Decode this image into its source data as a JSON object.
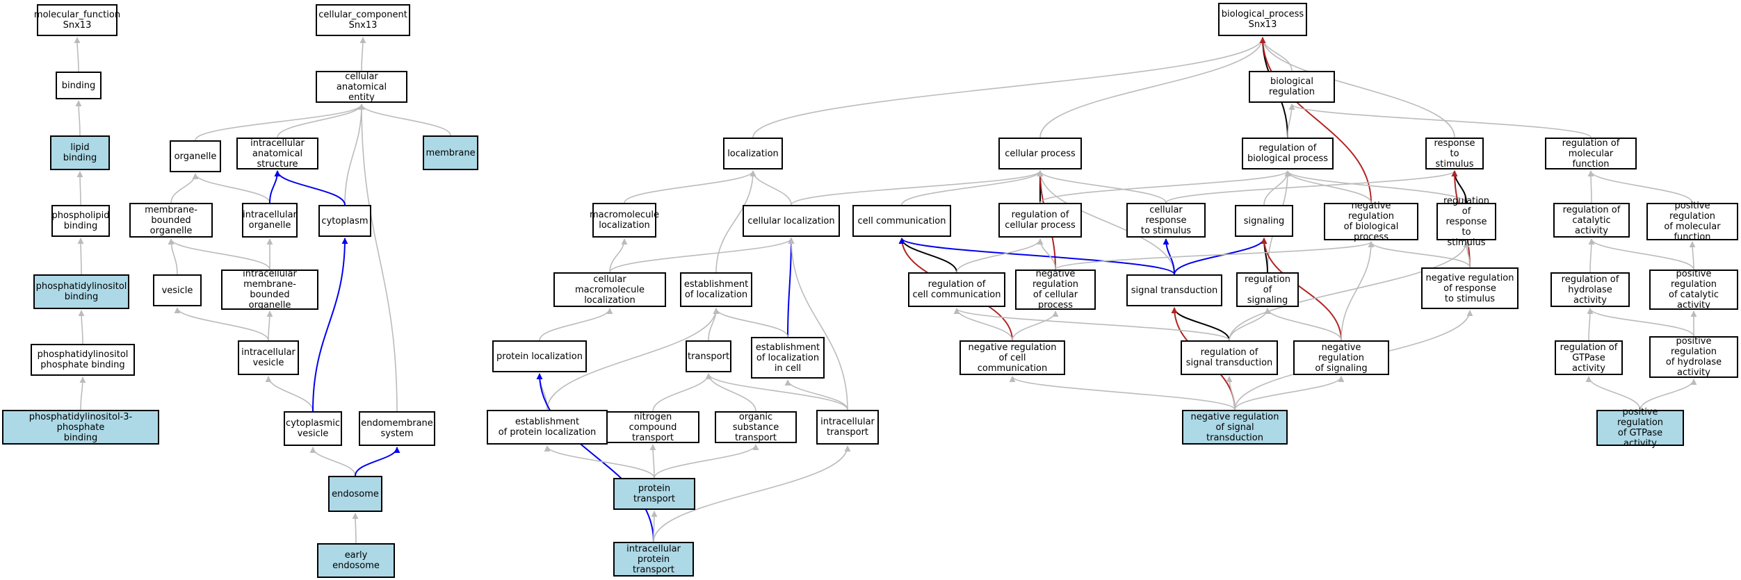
{
  "colors": {
    "node_fill": "#ffffff",
    "highlight_fill": "#add8e6",
    "edge_default": "#bbbbbb",
    "edge_black": "#000000",
    "edge_blue": "#0000ee",
    "edge_red": "#b22222"
  },
  "nodes": [
    {
      "id": "mf",
      "label": "molecular_function\nSnx13",
      "hl": false
    },
    {
      "id": "binding",
      "label": "binding",
      "hl": false
    },
    {
      "id": "lipidbind",
      "label": "lipid binding",
      "hl": true
    },
    {
      "id": "phosbind",
      "label": "phospholipid\nbinding",
      "hl": false
    },
    {
      "id": "pibind",
      "label": "phosphatidylinositol\nbinding",
      "hl": true
    },
    {
      "id": "pipbind",
      "label": "phosphatidylinositol\nphosphate binding",
      "hl": false
    },
    {
      "id": "pi3pbind",
      "label": "phosphatidylinositol-3-phosphate\nbinding",
      "hl": true
    },
    {
      "id": "cc",
      "label": "cellular_component\nSnx13",
      "hl": false
    },
    {
      "id": "cae",
      "label": "cellular anatomical\nentity",
      "hl": false
    },
    {
      "id": "organelle",
      "label": "organelle",
      "hl": false
    },
    {
      "id": "ias",
      "label": "intracellular\nanatomical structure",
      "hl": false
    },
    {
      "id": "membrane",
      "label": "membrane",
      "hl": true
    },
    {
      "id": "mbo",
      "label": "membrane-bounded\norganelle",
      "hl": false
    },
    {
      "id": "io",
      "label": "intracellular\norganelle",
      "hl": false
    },
    {
      "id": "cytoplasm",
      "label": "cytoplasm",
      "hl": false
    },
    {
      "id": "vesicle",
      "label": "vesicle",
      "hl": false
    },
    {
      "id": "imbo",
      "label": "intracellular\nmembrane-bounded\norganelle",
      "hl": false
    },
    {
      "id": "iv",
      "label": "intracellular\nvesicle",
      "hl": false
    },
    {
      "id": "cv",
      "label": "cytoplasmic\nvesicle",
      "hl": false
    },
    {
      "id": "es",
      "label": "endomembrane\nsystem",
      "hl": false
    },
    {
      "id": "endosome",
      "label": "endosome",
      "hl": true
    },
    {
      "id": "ee",
      "label": "early endosome",
      "hl": true
    },
    {
      "id": "bp",
      "label": "biological_process\nSnx13",
      "hl": false
    },
    {
      "id": "breg",
      "label": "biological regulation",
      "hl": false
    },
    {
      "id": "loc",
      "label": "localization",
      "hl": false
    },
    {
      "id": "cp",
      "label": "cellular process",
      "hl": false
    },
    {
      "id": "rbp",
      "label": "regulation of\nbiological process",
      "hl": false
    },
    {
      "id": "rts",
      "label": "response to\nstimulus",
      "hl": false
    },
    {
      "id": "rmf",
      "label": "regulation of\nmolecular function",
      "hl": false
    },
    {
      "id": "ml",
      "label": "macromolecule\nlocalization",
      "hl": false
    },
    {
      "id": "cl",
      "label": "cellular localization",
      "hl": false
    },
    {
      "id": "cc2",
      "label": "cell communication",
      "hl": false
    },
    {
      "id": "rcp",
      "label": "regulation of\ncellular process",
      "hl": false
    },
    {
      "id": "crs",
      "label": "cellular response\nto stimulus",
      "hl": false
    },
    {
      "id": "sig",
      "label": "signaling",
      "hl": false
    },
    {
      "id": "nrbp",
      "label": "negative regulation\nof biological\nprocess",
      "hl": false
    },
    {
      "id": "rrs",
      "label": "regulation of\nresponse to\nstimulus",
      "hl": false
    },
    {
      "id": "rca",
      "label": "regulation of\ncatalytic activity",
      "hl": false
    },
    {
      "id": "prmf",
      "label": "positive regulation\nof molecular\nfunction",
      "hl": false
    },
    {
      "id": "cml",
      "label": "cellular macromolecule\nlocalization",
      "hl": false
    },
    {
      "id": "eol",
      "label": "establishment\nof localization",
      "hl": false
    },
    {
      "id": "rcc",
      "label": "regulation of\ncell communication",
      "hl": false
    },
    {
      "id": "nrcp",
      "label": "negative regulation\nof cellular\nprocess",
      "hl": false
    },
    {
      "id": "st",
      "label": "signal transduction",
      "hl": false
    },
    {
      "id": "rsig",
      "label": "regulation of\nsignaling",
      "hl": false
    },
    {
      "id": "nrrs",
      "label": "negative regulation\nof response\nto stimulus",
      "hl": false
    },
    {
      "id": "rha",
      "label": "regulation of\nhydrolase activity",
      "hl": false
    },
    {
      "id": "prca",
      "label": "positive regulation\nof catalytic\nactivity",
      "hl": false
    },
    {
      "id": "pl",
      "label": "protein localization",
      "hl": false
    },
    {
      "id": "transport",
      "label": "transport",
      "hl": false
    },
    {
      "id": "elc",
      "label": "establishment\nof localization\nin cell",
      "hl": false
    },
    {
      "id": "nrcc",
      "label": "negative regulation\nof cell communication",
      "hl": false
    },
    {
      "id": "rst",
      "label": "regulation of\nsignal transduction",
      "hl": false
    },
    {
      "id": "nrsig",
      "label": "negative regulation\nof signaling",
      "hl": false
    },
    {
      "id": "rgtp",
      "label": "regulation of\nGTPase activity",
      "hl": false
    },
    {
      "id": "prha",
      "label": "positive regulation\nof hydrolase\nactivity",
      "hl": false
    },
    {
      "id": "epl",
      "label": "establishment\nof protein localization",
      "hl": false
    },
    {
      "id": "nct",
      "label": "nitrogen compound\ntransport",
      "hl": false
    },
    {
      "id": "ost",
      "label": "organic substance\ntransport",
      "hl": false
    },
    {
      "id": "it",
      "label": "intracellular\ntransport",
      "hl": false
    },
    {
      "id": "nrst",
      "label": "negative regulation\nof signal transduction",
      "hl": true
    },
    {
      "id": "prgtp",
      "label": "positive regulation\nof GTPase activity",
      "hl": true
    },
    {
      "id": "pt",
      "label": "protein transport",
      "hl": true
    },
    {
      "id": "ipt",
      "label": "intracellular\nprotein transport",
      "hl": true
    }
  ],
  "edges": [
    {
      "from": "binding",
      "to": "mf",
      "kind": "default"
    },
    {
      "from": "lipidbind",
      "to": "binding",
      "kind": "default"
    },
    {
      "from": "phosbind",
      "to": "lipidbind",
      "kind": "default"
    },
    {
      "from": "pibind",
      "to": "phosbind",
      "kind": "default"
    },
    {
      "from": "pipbind",
      "to": "pibind",
      "kind": "default"
    },
    {
      "from": "pi3pbind",
      "to": "pipbind",
      "kind": "default"
    },
    {
      "from": "cae",
      "to": "cc",
      "kind": "default"
    },
    {
      "from": "organelle",
      "to": "cae",
      "kind": "default"
    },
    {
      "from": "ias",
      "to": "cae",
      "kind": "default"
    },
    {
      "from": "membrane",
      "to": "cae",
      "kind": "default"
    },
    {
      "from": "cytoplasm",
      "to": "cae",
      "kind": "default"
    },
    {
      "from": "es",
      "to": "cae",
      "kind": "default"
    },
    {
      "from": "mbo",
      "to": "organelle",
      "kind": "default"
    },
    {
      "from": "io",
      "to": "organelle",
      "kind": "default"
    },
    {
      "from": "io",
      "to": "ias",
      "kind": "blue"
    },
    {
      "from": "cytoplasm",
      "to": "ias",
      "kind": "blue"
    },
    {
      "from": "vesicle",
      "to": "mbo",
      "kind": "default"
    },
    {
      "from": "imbo",
      "to": "mbo",
      "kind": "default"
    },
    {
      "from": "imbo",
      "to": "io",
      "kind": "default"
    },
    {
      "from": "iv",
      "to": "vesicle",
      "kind": "default"
    },
    {
      "from": "iv",
      "to": "imbo",
      "kind": "default"
    },
    {
      "from": "cv",
      "to": "iv",
      "kind": "default"
    },
    {
      "from": "cv",
      "to": "cytoplasm",
      "kind": "blue"
    },
    {
      "from": "endosome",
      "to": "cv",
      "kind": "default"
    },
    {
      "from": "endosome",
      "to": "es",
      "kind": "blue"
    },
    {
      "from": "ee",
      "to": "endosome",
      "kind": "default"
    },
    {
      "from": "loc",
      "to": "bp",
      "kind": "default"
    },
    {
      "from": "cp",
      "to": "bp",
      "kind": "default"
    },
    {
      "from": "breg",
      "to": "bp",
      "kind": "default"
    },
    {
      "from": "rbp",
      "to": "bp",
      "kind": "black"
    },
    {
      "from": "rts",
      "to": "bp",
      "kind": "default"
    },
    {
      "from": "nrbp",
      "to": "bp",
      "kind": "red"
    },
    {
      "from": "rbp",
      "to": "breg",
      "kind": "default"
    },
    {
      "from": "rmf",
      "to": "breg",
      "kind": "default"
    },
    {
      "from": "ml",
      "to": "loc",
      "kind": "default"
    },
    {
      "from": "cl",
      "to": "loc",
      "kind": "default"
    },
    {
      "from": "eol",
      "to": "loc",
      "kind": "default"
    },
    {
      "from": "cl",
      "to": "cp",
      "kind": "default"
    },
    {
      "from": "cc2",
      "to": "cp",
      "kind": "default"
    },
    {
      "from": "rcp",
      "to": "cp",
      "kind": "black"
    },
    {
      "from": "nrcp",
      "to": "cp",
      "kind": "red"
    },
    {
      "from": "crs",
      "to": "cp",
      "kind": "default"
    },
    {
      "from": "st",
      "to": "cp",
      "kind": "default"
    },
    {
      "from": "rcp",
      "to": "rbp",
      "kind": "default"
    },
    {
      "from": "sig",
      "to": "rbp",
      "kind": "default"
    },
    {
      "from": "nrbp",
      "to": "rbp",
      "kind": "default"
    },
    {
      "from": "rrs",
      "to": "rbp",
      "kind": "default"
    },
    {
      "from": "rsig",
      "to": "rbp",
      "kind": "default"
    },
    {
      "from": "crs",
      "to": "rts",
      "kind": "default"
    },
    {
      "from": "rrs",
      "to": "rts",
      "kind": "black"
    },
    {
      "from": "nrrs",
      "to": "rts",
      "kind": "red"
    },
    {
      "from": "rca",
      "to": "rmf",
      "kind": "default"
    },
    {
      "from": "prmf",
      "to": "rmf",
      "kind": "default"
    },
    {
      "from": "cml",
      "to": "ml",
      "kind": "default"
    },
    {
      "from": "cml",
      "to": "cl",
      "kind": "default"
    },
    {
      "from": "elc",
      "to": "cl",
      "kind": "blue"
    },
    {
      "from": "it",
      "to": "cl",
      "kind": "default"
    },
    {
      "from": "rcc",
      "to": "cc2",
      "kind": "black"
    },
    {
      "from": "nrcc",
      "to": "cc2",
      "kind": "red"
    },
    {
      "from": "st",
      "to": "cc2",
      "kind": "blue"
    },
    {
      "from": "rcc",
      "to": "rcp",
      "kind": "default"
    },
    {
      "from": "nrcp",
      "to": "rcp",
      "kind": "default"
    },
    {
      "from": "st",
      "to": "crs",
      "kind": "blue"
    },
    {
      "from": "st",
      "to": "sig",
      "kind": "blue"
    },
    {
      "from": "rsig",
      "to": "sig",
      "kind": "black"
    },
    {
      "from": "nrsig",
      "to": "sig",
      "kind": "red"
    },
    {
      "from": "nrcp",
      "to": "nrbp",
      "kind": "default"
    },
    {
      "from": "nrsig",
      "to": "nrbp",
      "kind": "default"
    },
    {
      "from": "nrrs",
      "to": "nrbp",
      "kind": "default"
    },
    {
      "from": "nrrs",
      "to": "rrs",
      "kind": "default"
    },
    {
      "from": "rst",
      "to": "rrs",
      "kind": "default"
    },
    {
      "from": "rha",
      "to": "rca",
      "kind": "default"
    },
    {
      "from": "prca",
      "to": "rca",
      "kind": "default"
    },
    {
      "from": "prca",
      "to": "prmf",
      "kind": "default"
    },
    {
      "from": "pl",
      "to": "cml",
      "kind": "default"
    },
    {
      "from": "transport",
      "to": "eol",
      "kind": "default"
    },
    {
      "from": "elc",
      "to": "eol",
      "kind": "default"
    },
    {
      "from": "epl",
      "to": "eol",
      "kind": "default"
    },
    {
      "from": "nrcc",
      "to": "rcc",
      "kind": "default"
    },
    {
      "from": "nrcc",
      "to": "nrcp",
      "kind": "default"
    },
    {
      "from": "rst",
      "to": "st",
      "kind": "black"
    },
    {
      "from": "nrst",
      "to": "st",
      "kind": "red"
    },
    {
      "from": "rst",
      "to": "rsig",
      "kind": "default"
    },
    {
      "from": "nrsig",
      "to": "rsig",
      "kind": "default"
    },
    {
      "from": "rst",
      "to": "rcc",
      "kind": "default"
    },
    {
      "from": "rgtp",
      "to": "rha",
      "kind": "default"
    },
    {
      "from": "prha",
      "to": "rha",
      "kind": "default"
    },
    {
      "from": "prha",
      "to": "prca",
      "kind": "default"
    },
    {
      "from": "epl",
      "to": "pl",
      "kind": "default"
    },
    {
      "from": "ipt",
      "to": "pl",
      "kind": "blue"
    },
    {
      "from": "nct",
      "to": "transport",
      "kind": "default"
    },
    {
      "from": "ost",
      "to": "transport",
      "kind": "default"
    },
    {
      "from": "it",
      "to": "transport",
      "kind": "default"
    },
    {
      "from": "it",
      "to": "elc",
      "kind": "default"
    },
    {
      "from": "nrst",
      "to": "nrcc",
      "kind": "default"
    },
    {
      "from": "nrst",
      "to": "rst",
      "kind": "default"
    },
    {
      "from": "nrst",
      "to": "nrsig",
      "kind": "default"
    },
    {
      "from": "nrst",
      "to": "nrrs",
      "kind": "default"
    },
    {
      "from": "prgtp",
      "to": "rgtp",
      "kind": "default"
    },
    {
      "from": "prgtp",
      "to": "prha",
      "kind": "default"
    },
    {
      "from": "pt",
      "to": "epl",
      "kind": "default"
    },
    {
      "from": "pt",
      "to": "nct",
      "kind": "default"
    },
    {
      "from": "pt",
      "to": "ost",
      "kind": "default"
    },
    {
      "from": "ipt",
      "to": "pt",
      "kind": "default"
    },
    {
      "from": "ipt",
      "to": "it",
      "kind": "default"
    }
  ]
}
